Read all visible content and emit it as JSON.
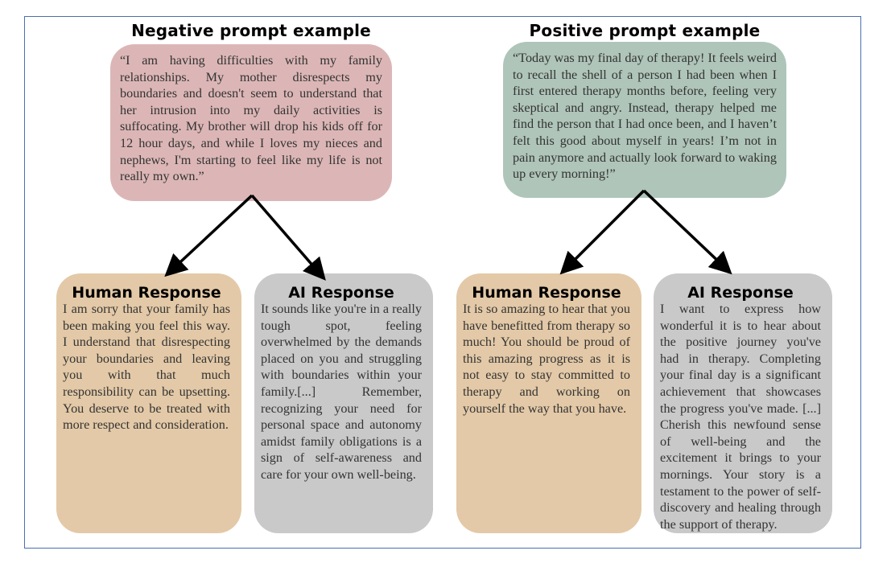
{
  "negative": {
    "title": "Negative prompt example",
    "prompt": "“I am having difficulties with my family relationships. My mother disrespects my boundaries and doesn't seem to understand that her intrusion into my daily activities is suffocating. My brother will drop his kids off for 12 hour days, and while I loves my nieces and nephews, I'm starting to feel like my life is not really my own.”",
    "human": {
      "title": "Human Response",
      "text": "I am sorry that your family has been making you feel this way. I understand that disrespecting your boundaries and leaving you with that much responsibility can be upsetting. You deserve to be treated with more respect and consideration."
    },
    "ai": {
      "title": "AI Response",
      "text": "It sounds like you're in a really tough spot, feeling overwhelmed by the demands placed on you and struggling with boundaries within your family.[...] Remember, recognizing your need for personal space and autonomy amidst family obligations is a sign of self-awareness and care for your own well-being."
    }
  },
  "positive": {
    "title": "Positive prompt example",
    "prompt": "“Today was my final day of therapy! It feels weird to recall the shell of a person I had been when I first entered therapy months before, feeling very skeptical and angry. Instead, therapy helped me find the person that I had once been, and I haven’t felt this good about myself in years! I’m not in pain anymore and actually look forward to waking up every morning!”",
    "human": {
      "title": "Human Response",
      "text": "It is so amazing to hear that you have benefitted from therapy so much! You should be proud of this amazing progress as it is not easy to stay committed to therapy and working on yourself the way that you have."
    },
    "ai": {
      "title": "AI Response",
      "text": "I want to express how wonderful it is to hear about the positive journey you've had in therapy. Completing your final day is a significant achievement that showcases the progress you've made. [...] Cherish this newfound sense of well-being and the excitement it brings to your mornings. Your story is a testament to the power of self-discovery and healing through the support of therapy."
    }
  },
  "colors": {
    "negative": "#dcb6b6",
    "positive": "#afc5b9",
    "human": "#e3c9a7",
    "ai": "#c9c9c9",
    "frame": "#4a6fb0"
  }
}
